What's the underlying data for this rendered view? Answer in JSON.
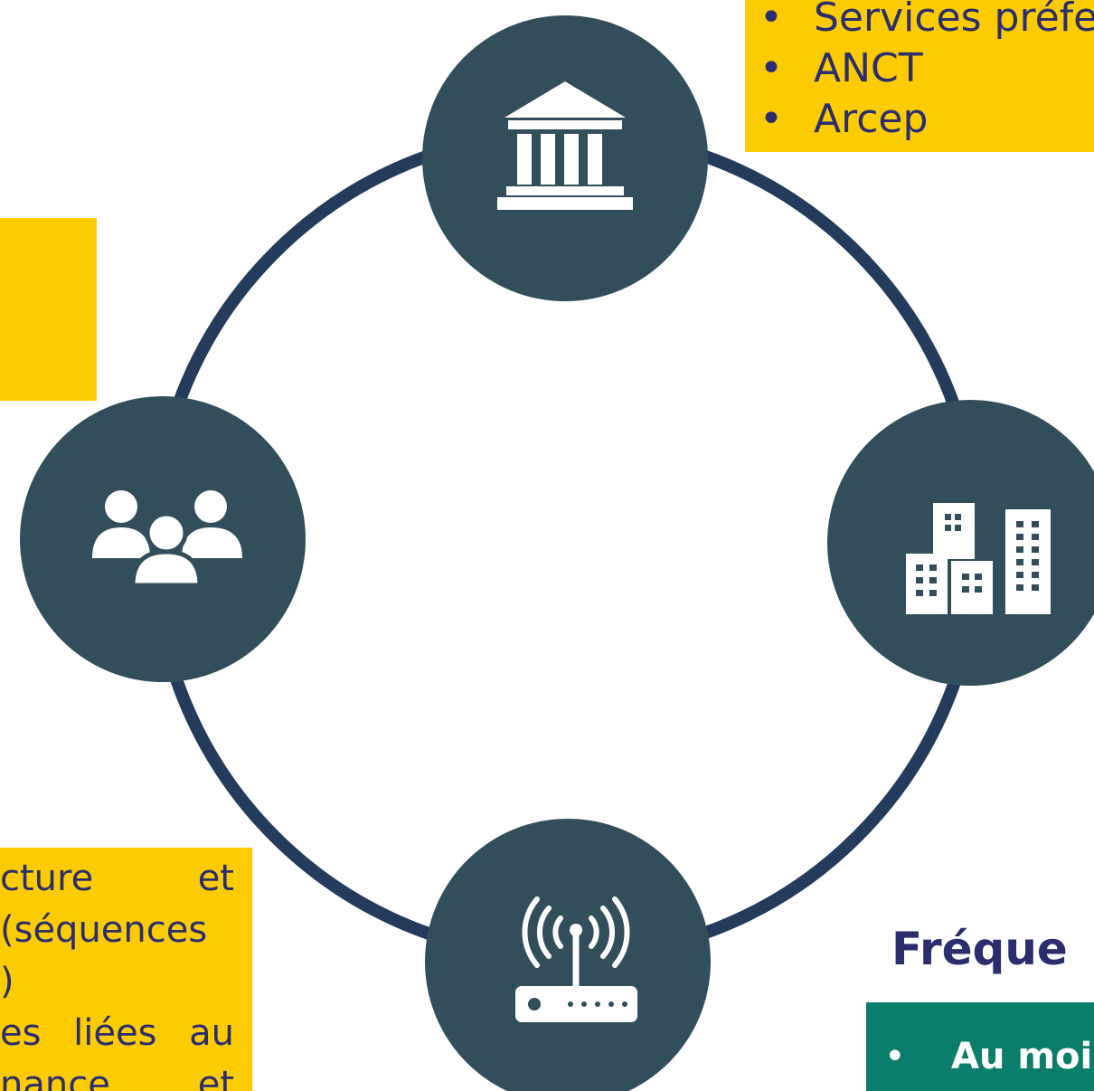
{
  "top_right_box": {
    "items": [
      "Services préfe",
      "ANCT",
      "Arcep"
    ],
    "bullet": "•"
  },
  "bottom_left_box": {
    "lines": [
      "cture et",
      "(séquences",
      ")",
      "es liées au",
      "nance et"
    ]
  },
  "frequency": {
    "heading": "Fréque",
    "items": [
      "Au moi"
    ],
    "bullet": "•"
  },
  "icons": {
    "top": "bank-building-icon",
    "right": "city-buildings-icon",
    "bottom": "wifi-router-icon",
    "left": "user-group-icon"
  },
  "colors": {
    "ring": "#243b5c",
    "node": "#334e5b",
    "highlight": "#fccc00",
    "green": "#0a7e6a",
    "text": "#2b2d6e"
  }
}
